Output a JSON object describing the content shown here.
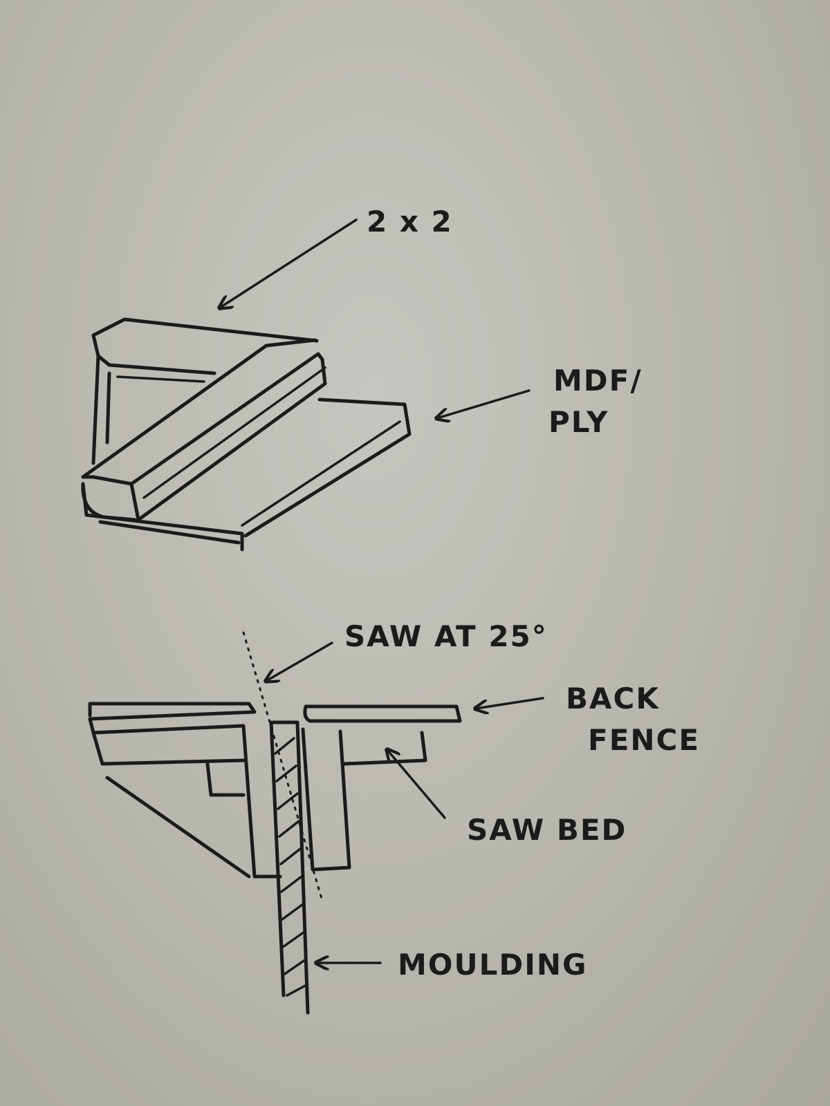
{
  "labels": {
    "two_by_two": "2 x 2",
    "mdf_ply_line1": "MDF/",
    "mdf_ply_line2": "PLY",
    "saw_angle": "SAW AT 25°",
    "back_fence_line1": "BACK",
    "back_fence_line2": "FENCE",
    "saw_bed": "SAW BED",
    "moulding": "MOULDING"
  },
  "colors": {
    "ink": "#1b1b1b",
    "paper": "#b9b8b0"
  }
}
